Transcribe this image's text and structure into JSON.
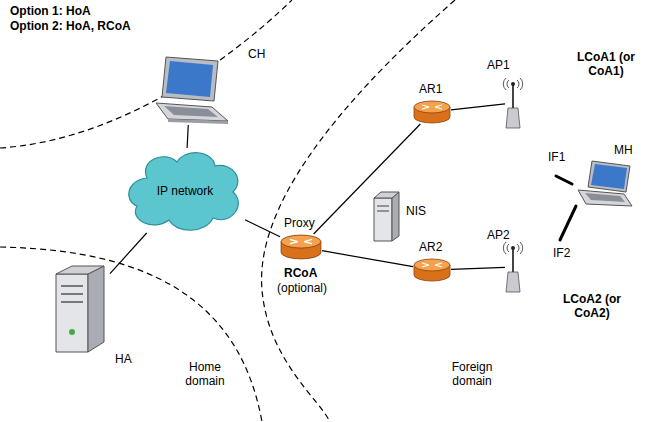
{
  "diagram": {
    "nodes": [
      {
        "text": [
          "CH"
        ]
      },
      {
        "text": [
          "IP network"
        ]
      },
      {
        "text": [
          "HA"
        ]
      },
      {
        "text": [
          "Proxy"
        ]
      },
      {
        "text": [
          "NIS"
        ]
      },
      {
        "text": [
          "AR1"
        ]
      },
      {
        "text": [
          "AR2"
        ]
      },
      {
        "text": [
          "AP1"
        ]
      },
      {
        "text": [
          "AP2"
        ]
      },
      {
        "text": [
          "MH"
        ]
      }
    ],
    "edges": [
      {
        "from": 0,
        "to": 1,
        "arrow": "none"
      },
      {
        "from": 1,
        "to": 2,
        "arrow": "none"
      },
      {
        "from": 1,
        "to": 3,
        "arrow": "none"
      },
      {
        "from": 3,
        "to": 5,
        "arrow": "none"
      },
      {
        "from": 3,
        "to": 6,
        "arrow": "none"
      },
      {
        "from": 5,
        "to": 7,
        "arrow": "none"
      },
      {
        "from": 6,
        "to": 8,
        "arrow": "none"
      }
    ],
    "labels": [
      "Option 1: HoA",
      "Option 2: HoA, RCoA",
      "Home domain",
      "Foreign domain",
      "RCoA",
      "(optional)",
      "LCoA1 (or CoA1)",
      "LCoA2 (or CoA2)",
      "IF1",
      "IF2"
    ]
  }
}
